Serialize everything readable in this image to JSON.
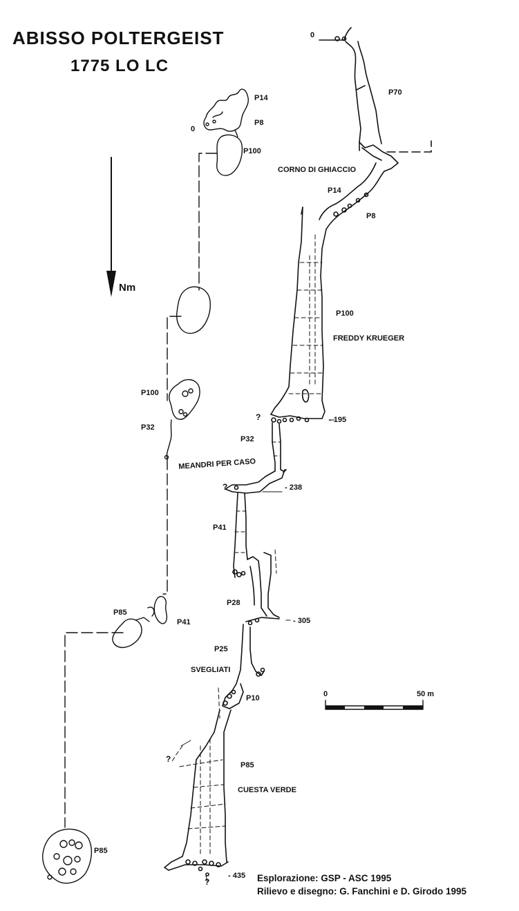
{
  "title": "ABISSO POLTERGEIST",
  "cadastral_code": "1775 LO LC",
  "north_label": "Nm",
  "scale": {
    "zero": "0",
    "max": "50 m"
  },
  "credits": {
    "exploration": "Esplorazione: GSP - ASC 1995",
    "survey": "Rilievo e disegno: G. Fanchini e D. Girodo 1995"
  },
  "plan_labels": {
    "p14": "P14",
    "p8": "P8",
    "zero": "0",
    "p100a": "P100",
    "p100b": "P100",
    "p32": "P32",
    "p85": "P85",
    "p41": "P41",
    "p85b": "P85"
  },
  "section_labels": {
    "zero": "0",
    "p70": "P70",
    "corno": "CORNO DI GHIACCIO",
    "p14": "P14",
    "p8": "P8",
    "p100": "P100",
    "freddy": "FREDDY KRUEGER",
    "d195": "- 195",
    "p32": "P32",
    "meandri": "MEANDRI PER CASO",
    "d238": "- 238",
    "p41": "P41",
    "p28": "P28",
    "d305": "- 305",
    "p25": "P25",
    "svegliati": "SVEGLIATI",
    "p10": "P10",
    "p85": "P85",
    "cuesta": "CUESTA VERDE",
    "d435": "- 435",
    "q1": "?",
    "q2": "?",
    "q3": "?",
    "q4": "?"
  }
}
